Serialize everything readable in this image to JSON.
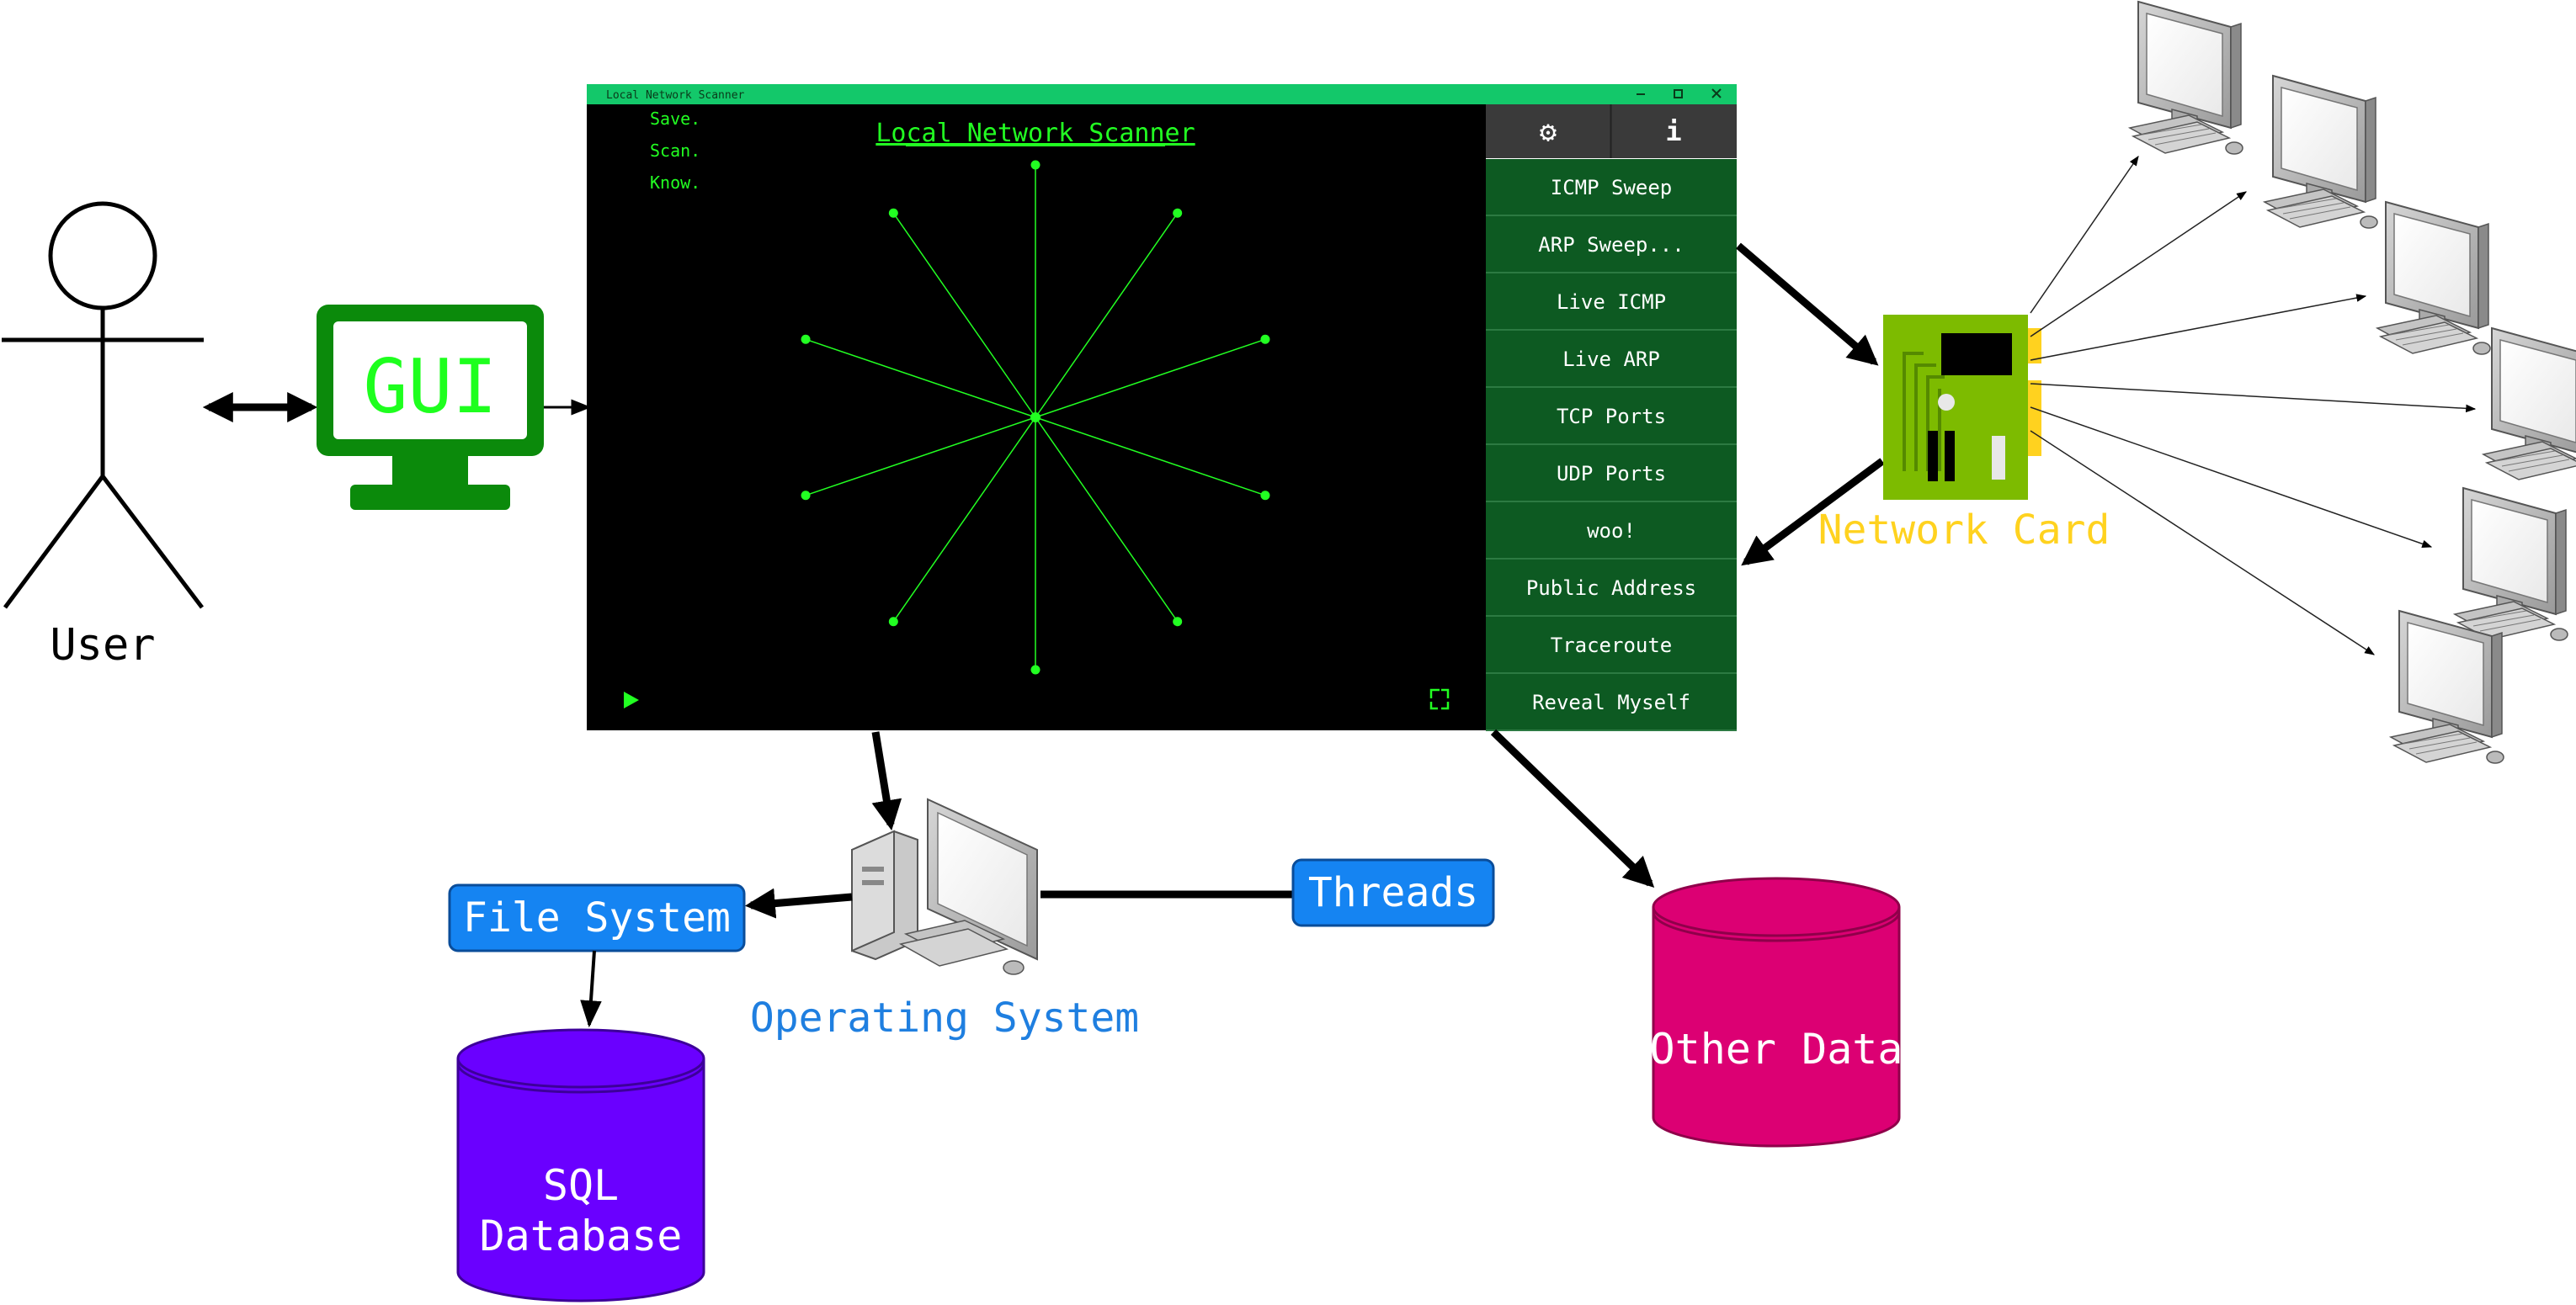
{
  "actors": {
    "user_label": "User"
  },
  "gui_icon": {
    "label": "GUI",
    "accent": "#0b8a0b",
    "text_color": "#1eff1e"
  },
  "app_window": {
    "title": "Local Network Scanner",
    "heading": "Local Network Scanner",
    "slogans": [
      "Save.",
      "Scan.",
      "Know."
    ],
    "titlebar_color": "#13c86a",
    "window_controls": [
      "minimize-icon",
      "restore-icon",
      "close-icon"
    ],
    "toolbar_icons": {
      "settings": "⚙",
      "info": "i"
    },
    "menu": [
      "ICMP Sweep",
      "ARP Sweep...",
      "Live ICMP",
      "Live ARP",
      "TCP Ports",
      "UDP Ports",
      "woo!",
      "Public Address",
      "Traceroute",
      "Reveal Myself"
    ],
    "menu_color": "#0d5a22",
    "radar_color": "#22ff22",
    "radar_points": 10
  },
  "network_card": {
    "label": "Network Card",
    "label_color": "#ffd21f",
    "board_color": "#7dbb00"
  },
  "operating_system": {
    "label": "Operating System",
    "label_color": "#1f7fe0"
  },
  "file_system": {
    "label": "File System",
    "fill": "#1584f2"
  },
  "threads": {
    "label": "Threads",
    "fill": "#1584f2"
  },
  "sql_database": {
    "line1": "SQL",
    "line2": "Database",
    "fill": "#6a00ff"
  },
  "other_data": {
    "label": "Other Data",
    "fill": "#dc0073"
  },
  "remote_computers": {
    "count": 6
  }
}
